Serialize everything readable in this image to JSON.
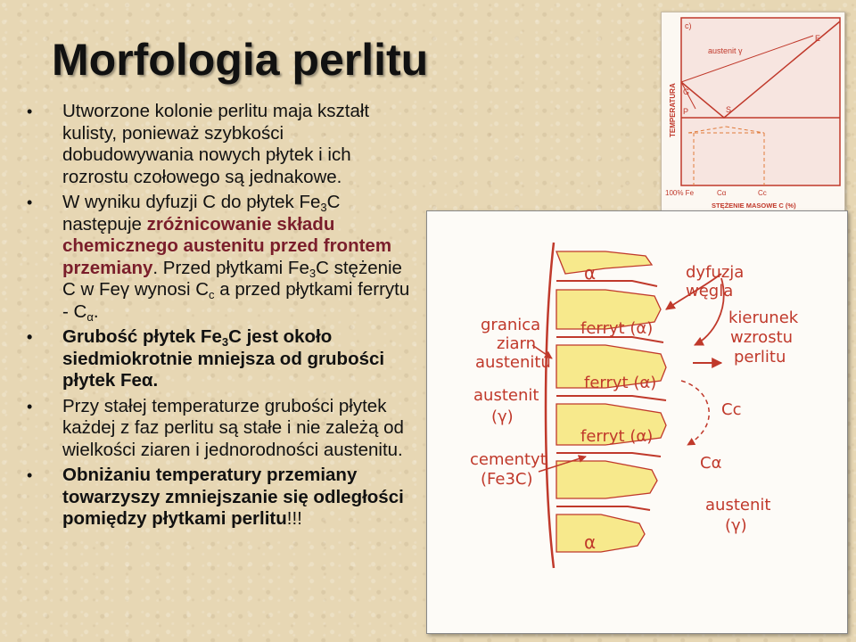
{
  "slide": {
    "title": "Morfologia perlitu",
    "bullets": [
      {
        "text": "Utworzone kolonie perlitu maja kształt kulisty, ponieważ szybkości dobudowywania nowych płytek i ich rozrostu czołowego są jednakowe."
      },
      {
        "a": "W wyniku dyfuzji C do płytek Fe",
        "a_sub": "3",
        "b": "C następuje ",
        "c": "zróżnicowanie składu chemicznego austenitu przed frontem przemiany",
        "d": ". Przed płytkami Fe",
        "d_sub": "3",
        "e": "C stężenie C w Feγ wynosi C",
        "e_sub": "c",
        "f": " a przed płytkami ferrytu - C",
        "f_sub": "α",
        "g": "."
      },
      {
        "a": "Grubość płytek Fe",
        "a_sub": "3",
        "b": "C jest około siedmiokrotnie mniejsza od grubości płytek Feα."
      },
      {
        "text": "Przy stałej temperaturze grubości płytek każdej z faz perlitu są stałe i nie zależą od wielkości ziaren i jednorodności austenitu."
      },
      {
        "a": "Obniżaniu temperatury przemiany towarzyszy zmniejszanie się odległości pomiędzy płytkami perlitu",
        "b": "!!!"
      }
    ]
  },
  "phase_diagram": {
    "label_c": "c)",
    "label_e": "E",
    "label_austenit": "austenit γ",
    "label_g": "G",
    "label_p": "P",
    "label_s": "S",
    "y_axis": "TEMPERATURA",
    "x_tick_fe": "100% Fe",
    "x_tick_ca": "Cα",
    "x_tick_cc": "Cc",
    "x_axis": "STĘŻENIE MASOWE C (%)",
    "color": "#c0392b"
  },
  "morphology": {
    "alpha_top": "α",
    "alpha_bottom": "α",
    "ferryt_1": "ferryt (α)",
    "ferryt_2": "ferryt (α)",
    "ferryt_3": "ferryt (α)",
    "dyfuzja_1": "dyfuzja",
    "dyfuzja_2": "węgla",
    "granica_1": "granica",
    "granica_2": "ziarn",
    "granica_3": "austenitu",
    "austenit_left_1": "austenit",
    "austenit_left_2": "(γ)",
    "cementyt_1": "cementyt",
    "cementyt_2": "(Fe3C)",
    "kierunek_1": "kierunek",
    "kierunek_2": "wzrostu",
    "kierunek_3": "perlitu",
    "cc_label": "Cc",
    "ca_label": "Cα",
    "austenit_right_1": "austenit",
    "austenit_right_2": "(γ)",
    "colors": {
      "ferrite": "#f7e98c",
      "outline": "#c0392b",
      "text": "#c0392b"
    }
  }
}
